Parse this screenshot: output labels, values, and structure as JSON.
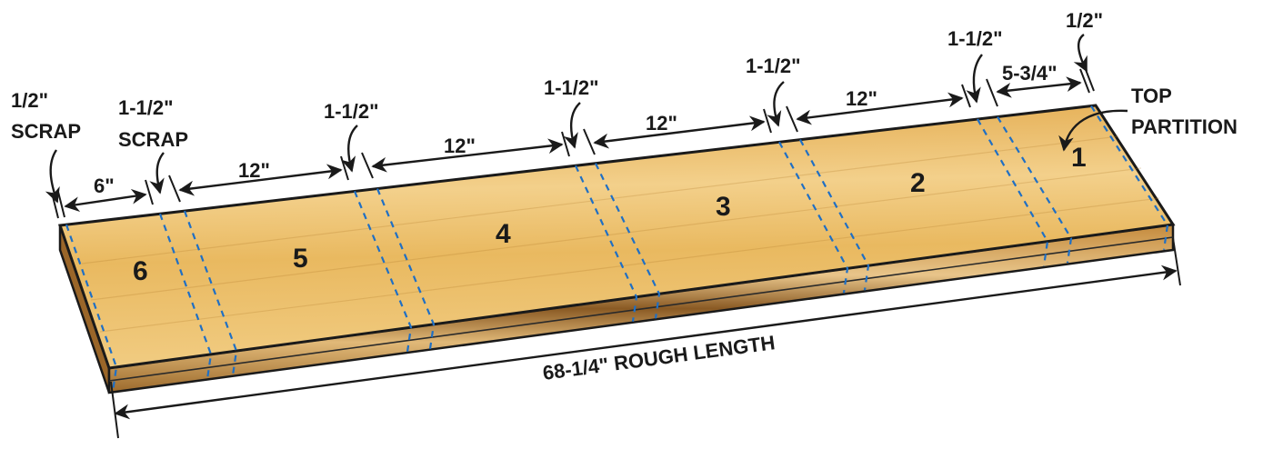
{
  "labels": {
    "half_scrap": [
      "1/2\"",
      "SCRAP"
    ],
    "one_half_scrap": [
      "1-1/2\"",
      "SCRAP"
    ],
    "six": "6\"",
    "twelve": "12\"",
    "one_half": "1-1/2\"",
    "five_three_quarter": "5-3/4\"",
    "half": "1/2\"",
    "top_partition": [
      "TOP",
      "PARTITION"
    ],
    "rough_length": "68-1/4\" ROUGH LENGTH"
  },
  "parts": [
    "6",
    "5",
    "4",
    "3",
    "2",
    "1"
  ],
  "colors": {
    "wood": "#ebbd66",
    "cut_line": "#1f6fc4",
    "ink": "#1a1a1a"
  }
}
